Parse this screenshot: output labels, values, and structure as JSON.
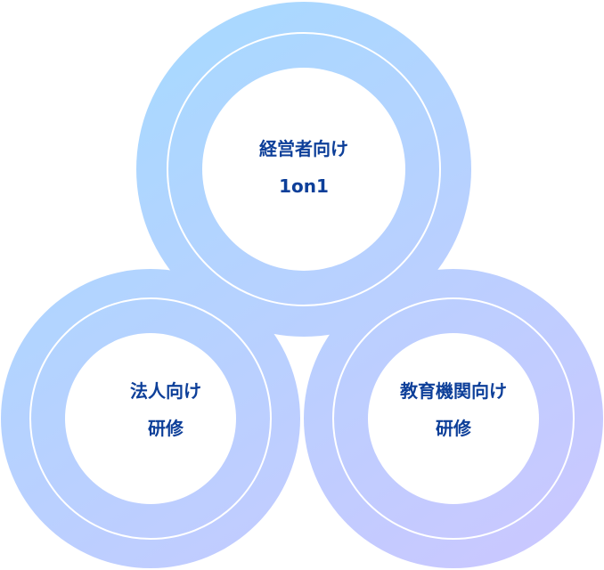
{
  "colors": {
    "gradient_start": "#a6daff",
    "gradient_end": "#c8c8ff",
    "text": "#0d3f99"
  },
  "circles": [
    {
      "line1": "経営者向け",
      "line2": "1on1"
    },
    {
      "line1": "法人向け",
      "line2": "研修"
    },
    {
      "line1": "教育機関向け",
      "line2": "研修"
    }
  ]
}
